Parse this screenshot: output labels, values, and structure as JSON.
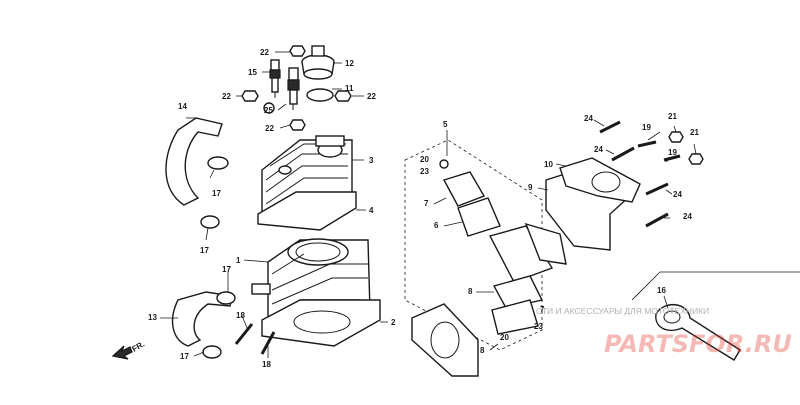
{
  "callouts": {
    "p1": "1",
    "p2": "2",
    "p3": "3",
    "p4": "4",
    "p5": "5",
    "p6": "6",
    "p7a": "7",
    "p7b": "7",
    "p8a": "8",
    "p8b": "8",
    "p9": "9",
    "p10": "10",
    "p11": "11",
    "p12": "12",
    "p13": "13",
    "p14": "14",
    "p15": "15",
    "p16": "16",
    "p17a": "17",
    "p17b": "17",
    "p17c": "17",
    "p17d": "17",
    "p18a": "18",
    "p18b": "18",
    "p19a": "19",
    "p19b": "19",
    "p20a": "20",
    "p20b": "20",
    "p21a": "21",
    "p21b": "21",
    "p22a": "22",
    "p22b": "22",
    "p22c": "22",
    "p22d": "22",
    "p23a": "23",
    "p23b": "23",
    "p24a": "24",
    "p24b": "24",
    "p24c": "24",
    "p24d": "24",
    "p25": "25"
  },
  "front_marker": "FR.",
  "watermark": {
    "tagline": "СТИ И АКСЕССУАРЫ ДЛЯ МОТОТЕХНИКИ",
    "logo": "PARTSFOR.RU"
  }
}
